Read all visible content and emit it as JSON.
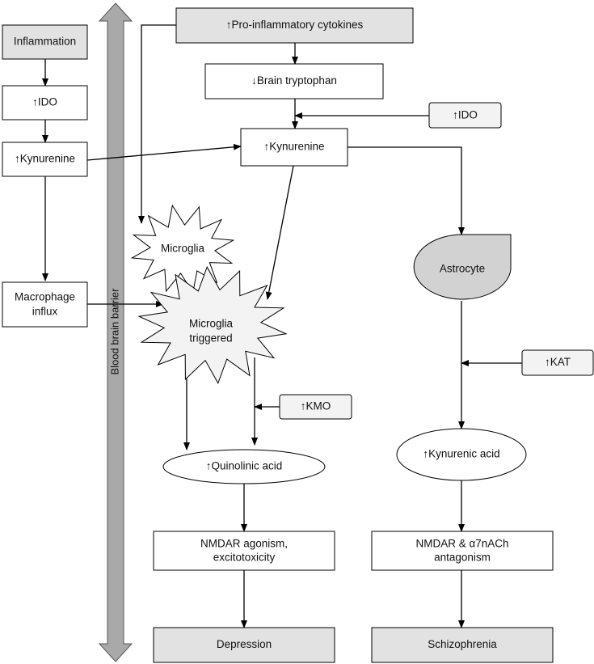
{
  "nodes": {
    "pro_cytokines": "↑Pro-inflammatory cytokines",
    "brain_tryptophan": "↓Brain tryptophan",
    "ido_right": "↑IDO",
    "kynurenine_center": "↑Kynurenine",
    "inflammation": "Inflammation",
    "ido_left": "↑IDO",
    "kynurenine_left": "↑Kynurenine",
    "macrophage_line1": "Macrophage",
    "macrophage_line2": "influx",
    "microglia": "Microglia",
    "microglia_triggered_line1": "Microglia",
    "microglia_triggered_line2": "triggered",
    "kmo": "↑KMO",
    "quinolinic_acid": "↑Quinolinic acid",
    "nmdar_agonism_line1": "NMDAR agonism,",
    "nmdar_agonism_line2": "excitotoxicity",
    "depression": "Depression",
    "astrocyte": "Astrocyte",
    "kat": "↑KAT",
    "kynurenic_acid": "↑Kynurenic acid",
    "nmdar_antagonism_line1": "NMDAR & α7nACh",
    "nmdar_antagonism_line2": "antagonism",
    "schizophrenia": "Schizophrenia"
  },
  "barrier_label": "Blood brain barrier",
  "colors": {
    "shaded_fill": "#e2e2e2",
    "astrocyte_fill": "#d2d2d2",
    "barrier_fill": "#a9a9a9",
    "starburst_fill": "#f3f3f3",
    "stroke": "#000000"
  }
}
